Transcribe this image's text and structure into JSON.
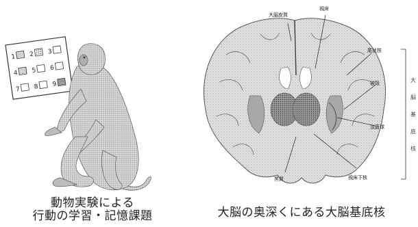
{
  "left": {
    "caption_line1": "動物実験による",
    "caption_line2": "行動の学習・記憶課題",
    "task_grid": [
      {
        "num": "1",
        "pattern": "shaded"
      },
      {
        "num": "2",
        "pattern": "dotted"
      },
      {
        "num": "3",
        "pattern": "empty"
      },
      {
        "num": "4",
        "pattern": "shaded"
      },
      {
        "num": "5",
        "pattern": "empty"
      },
      {
        "num": "6",
        "pattern": "empty"
      },
      {
        "num": "7",
        "pattern": "empty"
      },
      {
        "num": "8",
        "pattern": "empty"
      },
      {
        "num": "9",
        "pattern": "striped"
      }
    ]
  },
  "right": {
    "caption": "大脳の奥深くにある大脳基底核",
    "labels": {
      "cortex": "大脳皮質",
      "thalamus": "視床",
      "caudate": "尾状核",
      "putamen": "被殻",
      "globus_pallidus": "淡蒼球",
      "subthalamic": "視床下核",
      "substantia_nigra": "黒質"
    },
    "side_chars": [
      "大",
      "脳",
      "基",
      "底",
      "核"
    ]
  }
}
